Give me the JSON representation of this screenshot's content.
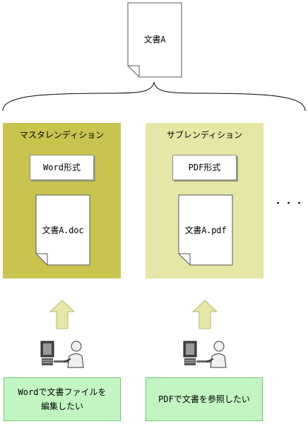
{
  "top_document": {
    "label": "文書A",
    "icon": "document-icon"
  },
  "panels": [
    {
      "title": "マスタレンディション",
      "format": "Word形式",
      "document": "文書A.doc",
      "color": "#c8c44e"
    },
    {
      "title": "サブレンディション",
      "format": "PDF形式",
      "document": "文書A.pdf",
      "color": "#e6e6a6"
    }
  ],
  "ellipsis": "・・・",
  "users": [
    {
      "text": "Wordで文書ファイルを\n編集したい",
      "icon": "computer-user-icon"
    },
    {
      "text": "PDFで文書を参照したい",
      "icon": "computer-user-icon"
    }
  ],
  "arrow_icon": "up-arrow-icon",
  "brace_icon": "curly-brace-icon"
}
